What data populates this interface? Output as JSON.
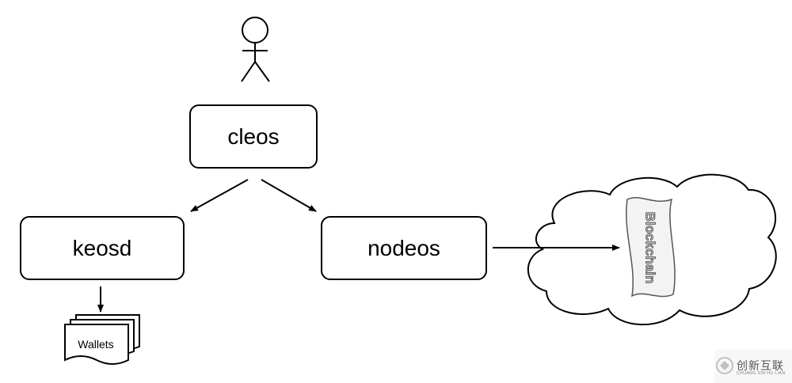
{
  "nodes": {
    "cleos": "cleos",
    "keosd": "keosd",
    "nodeos": "nodeos"
  },
  "wallets_label": "Wallets",
  "blockchain_label": "Blockchain",
  "watermark": {
    "text": "创新互联",
    "subtext": "CHUANG XIN HU LIAN"
  },
  "colors": {
    "line": "#000000",
    "background": "#ffffff"
  }
}
